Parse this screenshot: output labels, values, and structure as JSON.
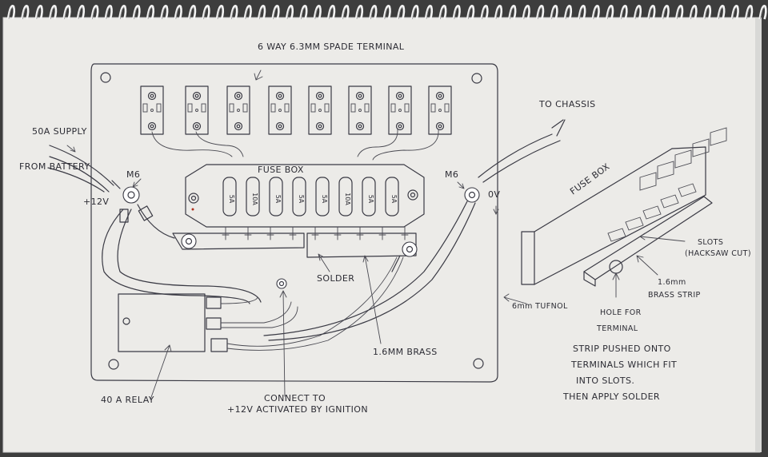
{
  "labels": {
    "spade_terminal": "6 WAY 6.3MM SPADE TERMINAL",
    "to_chassis": "TO CHASSIS",
    "supply": "50A SUPPLY",
    "from_battery": "FROM BATTERY",
    "m6_left": "M6",
    "m6_right": "M6",
    "plus_12v": "+12V",
    "zero_v": "0V",
    "fuse_box": "FUSE BOX",
    "solder": "SOLDER",
    "brass_16": "1.6MM BRASS",
    "relay": "40 A RELAY",
    "connect_to": "CONNECT TO",
    "activated": "+12V ACTIVATED BY IGNITION",
    "tufnol": "6mm TUFNOL",
    "fuse_box_side": "FUSE BOX",
    "slots": "SLOTS",
    "hacksaw": "(HACKSAW CUT)",
    "brass_strip_1": "1.6mm",
    "brass_strip_2": "BRASS STRIP",
    "hole_for": "HOLE FOR",
    "terminal": "TERMINAL",
    "note_1": "STRIP PUSHED ONTO",
    "note_2": "TERMINALS WHICH FIT",
    "note_3": "INTO SLOTS.",
    "note_4": "THEN APPLY SOLDER"
  },
  "fuses": [
    "5A",
    "10A",
    "5A",
    "5A",
    "5A",
    "10A",
    "5A",
    "5A"
  ],
  "colors": {
    "paper": "#ececea",
    "ink": "#3a3a44",
    "background": "#3d3d3d"
  }
}
